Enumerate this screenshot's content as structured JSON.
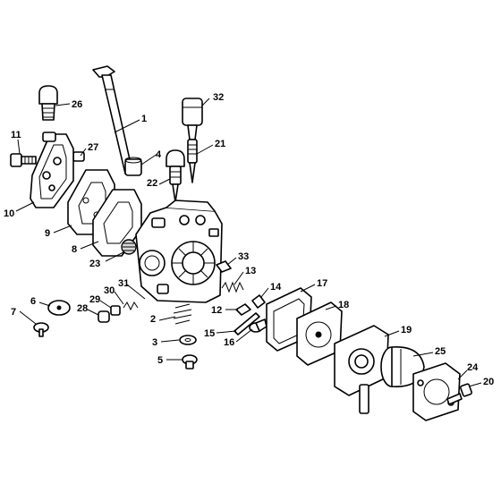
{
  "callouts": [
    {
      "n": "1"
    },
    {
      "n": "2"
    },
    {
      "n": "3"
    },
    {
      "n": "4"
    },
    {
      "n": "5"
    },
    {
      "n": "6"
    },
    {
      "n": "7"
    },
    {
      "n": "8"
    },
    {
      "n": "9"
    },
    {
      "n": "10"
    },
    {
      "n": "11"
    },
    {
      "n": "12"
    },
    {
      "n": "13"
    },
    {
      "n": "14"
    },
    {
      "n": "15"
    },
    {
      "n": "16"
    },
    {
      "n": "17"
    },
    {
      "n": "18"
    },
    {
      "n": "19"
    },
    {
      "n": "20"
    },
    {
      "n": "21"
    },
    {
      "n": "22"
    },
    {
      "n": "23"
    },
    {
      "n": "24"
    },
    {
      "n": "25"
    },
    {
      "n": "26"
    },
    {
      "n": "27"
    },
    {
      "n": "28"
    },
    {
      "n": "29"
    },
    {
      "n": "30"
    },
    {
      "n": "31"
    },
    {
      "n": "32"
    },
    {
      "n": "33"
    }
  ]
}
